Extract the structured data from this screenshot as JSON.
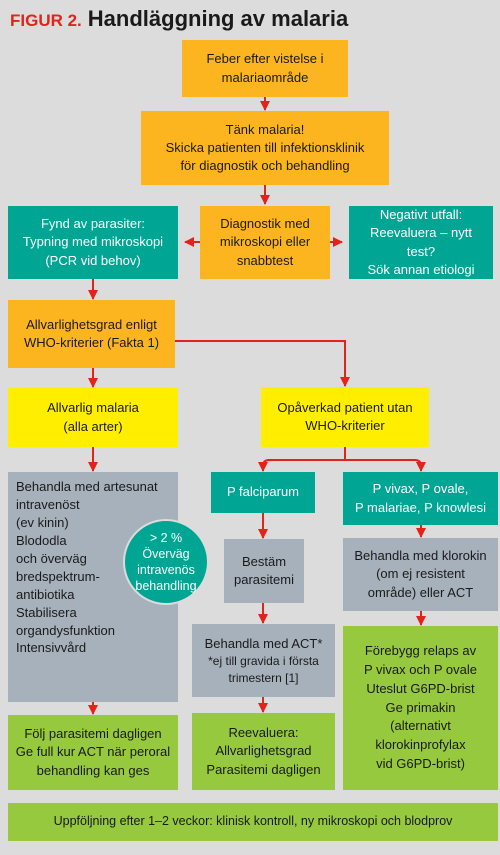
{
  "title": {
    "tag": "FIGUR 2.",
    "main": "Handläggning av malaria"
  },
  "boxes": {
    "fever": [
      "Feber efter vistelse i",
      "malariaområde"
    ],
    "think": [
      "Tänk malaria!",
      "Skicka patienten till infektionsklinik",
      "för diagnostik och behandling"
    ],
    "found": [
      "Fynd av parasiter:",
      "Typning med mikroskopi",
      "(PCR vid behov)"
    ],
    "diagnostic": [
      "Diagnostik med",
      "mikroskopi eller",
      "snabbtest"
    ],
    "negative": [
      "Negativt utfall:",
      "Reevaluera – nytt test?",
      "Sök annan etiologi"
    ],
    "severity": [
      "Allvarlighetsgrad enligt",
      "WHO-kriterier (Fakta 1)"
    ],
    "severe": [
      "Allvarlig malaria",
      "(alla arter)"
    ],
    "unaffected": [
      "Opåverkad patient utan",
      "WHO-kriterier"
    ],
    "artesunat": [
      "Behandla med artesunat",
      "intravenöst",
      "(ev kinin)",
      "Blododla",
      "och överväg",
      "bredspektrum-",
      "antibiotika",
      "Stabilisera",
      "organdysfunktion",
      "Intensivvård"
    ],
    "pfalciparum": [
      "P falciparum"
    ],
    "pvivax": [
      "P vivax, P ovale,",
      "P malariae, P knowlesi"
    ],
    "parasitemia": [
      "Bestäm",
      "parasitemi"
    ],
    "chloroquine": [
      "Behandla med klorokin",
      "(om ej resistent",
      "område) eller ACT"
    ],
    "act": [
      "Behandla med ACT*",
      "*ej till gravida i första",
      "trimestern [1]"
    ],
    "prevent": [
      "Förebygg relaps av",
      "P vivax och P ovale",
      "Uteslut G6PD-brist",
      "Ge primakin",
      "(alternativt",
      "klorokinprofylax",
      "vid G6PD-brist)"
    ],
    "follow": [
      "Följ parasitemi dagligen",
      "Ge full kur ACT när peroral",
      "behandling kan ges"
    ],
    "reeval": [
      "Reevaluera:",
      "Allvarlighetsgrad",
      "Parasitemi dagligen"
    ],
    "followup": [
      "Uppföljning efter 1–2 veckor: klinisk kontroll, ny mikroskopi och blodprov"
    ]
  },
  "circle": [
    "> 2 %",
    "Överväg",
    "intravenös",
    "behandling"
  ],
  "colors": {
    "orange": "#fcb51e",
    "yellow": "#ffee00",
    "teal": "#00a693",
    "gray": "#a7b1bb",
    "green": "#96c93d",
    "arrow": "#e2231a",
    "background": "#dcdcdc",
    "title_tag": "#e2231a"
  }
}
